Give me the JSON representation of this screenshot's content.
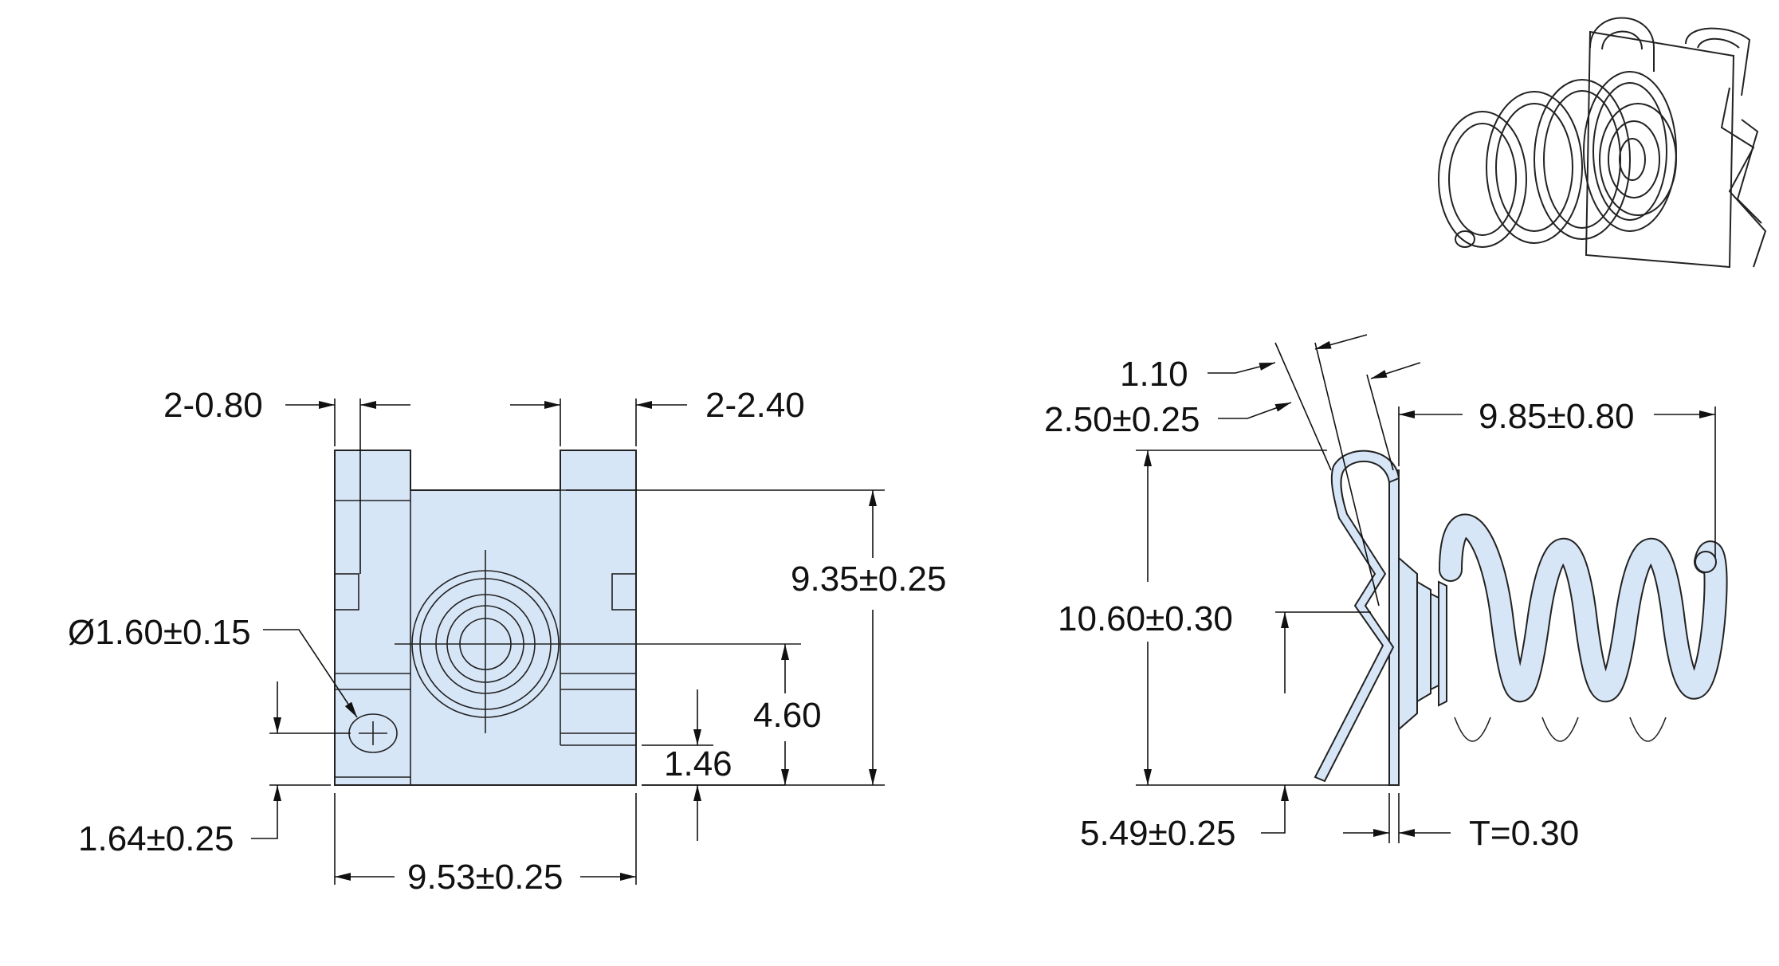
{
  "front_view": {
    "dim_slot_width": "2-0.80",
    "dim_tab_width": "2-2.40",
    "dim_height": "9.35±0.25",
    "dim_hole_dia": "Ø1.60±0.15",
    "dim_center_height": "4.60",
    "dim_tab_bottom": "1.46",
    "dim_hole_height": "1.64±0.25",
    "dim_width": "9.53±0.25"
  },
  "side_view": {
    "dim_gap": "1.10",
    "dim_clip_depth": "2.50±0.25",
    "dim_spring_length": "9.85±0.80",
    "dim_total_height": "10.60±0.30",
    "dim_bend_height": "5.49±0.25",
    "dim_thickness": "T=0.30"
  },
  "colors": {
    "part_fill": "#d7e6f7",
    "outline": "#222222"
  }
}
